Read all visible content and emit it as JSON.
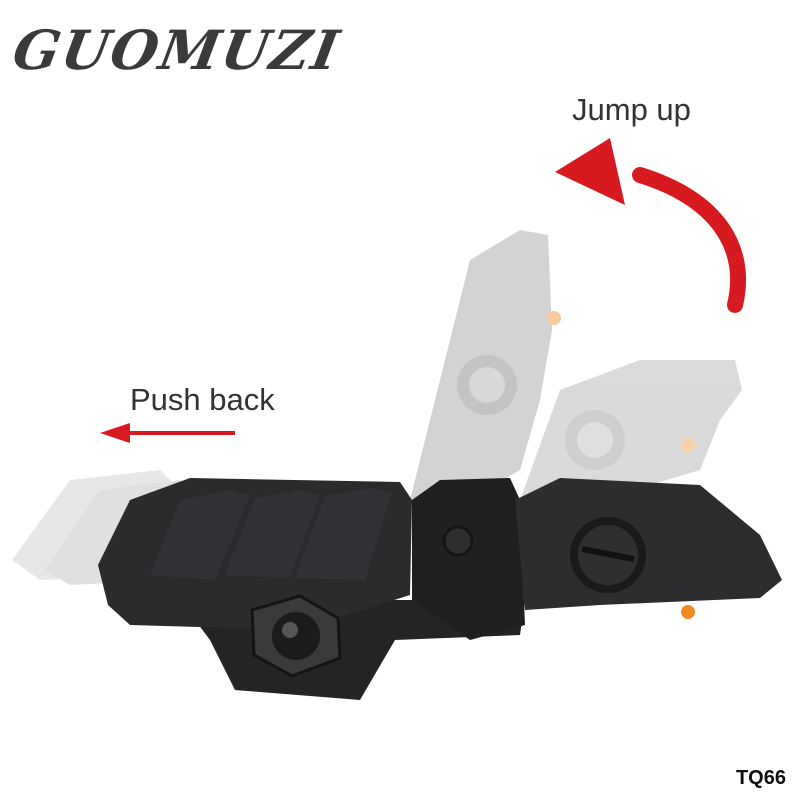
{
  "brand": {
    "logo_text": "GUOMUZI"
  },
  "captions": {
    "jump_up": "Jump up",
    "push_back": "Push back"
  },
  "model_code": "TQ66",
  "colors": {
    "arrow_red": "#d71920",
    "body_dark": "#2a2a2c",
    "ghost_gray": "#bdbdbd",
    "accent_orange": "#f08a24"
  }
}
